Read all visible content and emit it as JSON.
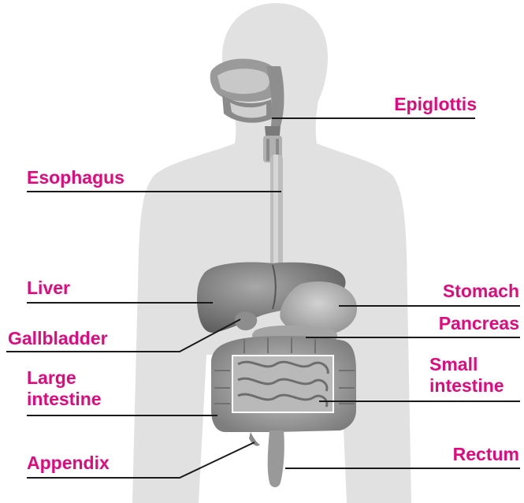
{
  "colors": {
    "label": "#e3087d",
    "leader_line": "#1a1a1a",
    "body": "#e1e1e1",
    "organ_dark": "#7a7a7a",
    "organ_light": "#bdbdbd"
  },
  "labels": {
    "epiglottis": "Epiglottis",
    "esophagus": "Esophagus",
    "liver": "Liver",
    "gallbladder": "Gallbladder",
    "large_intestine": [
      "Large",
      "intestine"
    ],
    "appendix": "Appendix",
    "stomach": "Stomach",
    "pancreas": "Pancreas",
    "small_intestine": [
      "Small",
      "intestine"
    ],
    "rectum": "Rectum"
  }
}
